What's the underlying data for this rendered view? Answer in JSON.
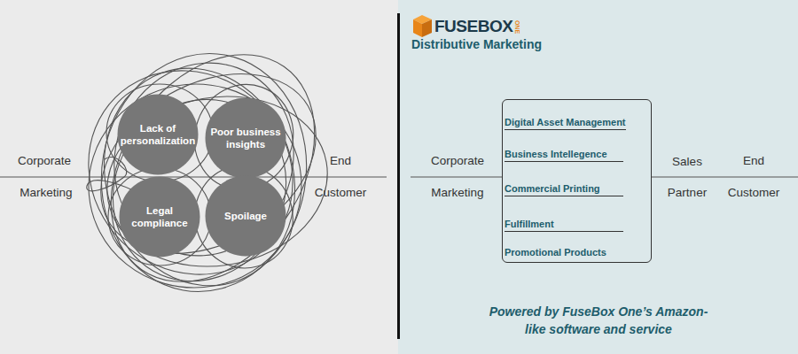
{
  "diagram": {
    "title": "Distributive Marketing",
    "caption": "Powered by FuseBox One’s Amazon-like software and service",
    "nodes": [
      {
        "text": [
          "Lack of personalization"
        ]
      },
      {
        "text": [
          "Poor business insights"
        ]
      },
      {
        "text": [
          "Legal compliance"
        ]
      },
      {
        "text": [
          "Spoilage"
        ]
      },
      {
        "text": [
          "Digital Asset Management",
          "Business Intellegence",
          "Commercial Printing",
          "Fulfillment",
          "Promotional Products"
        ]
      }
    ],
    "labels": [
      "Corporate",
      "Marketing",
      "End",
      "Customer",
      "FUSEBOX",
      "ONE",
      "Corporate",
      "Marketing",
      "Sales",
      "Partner",
      "End",
      "Customer"
    ]
  }
}
